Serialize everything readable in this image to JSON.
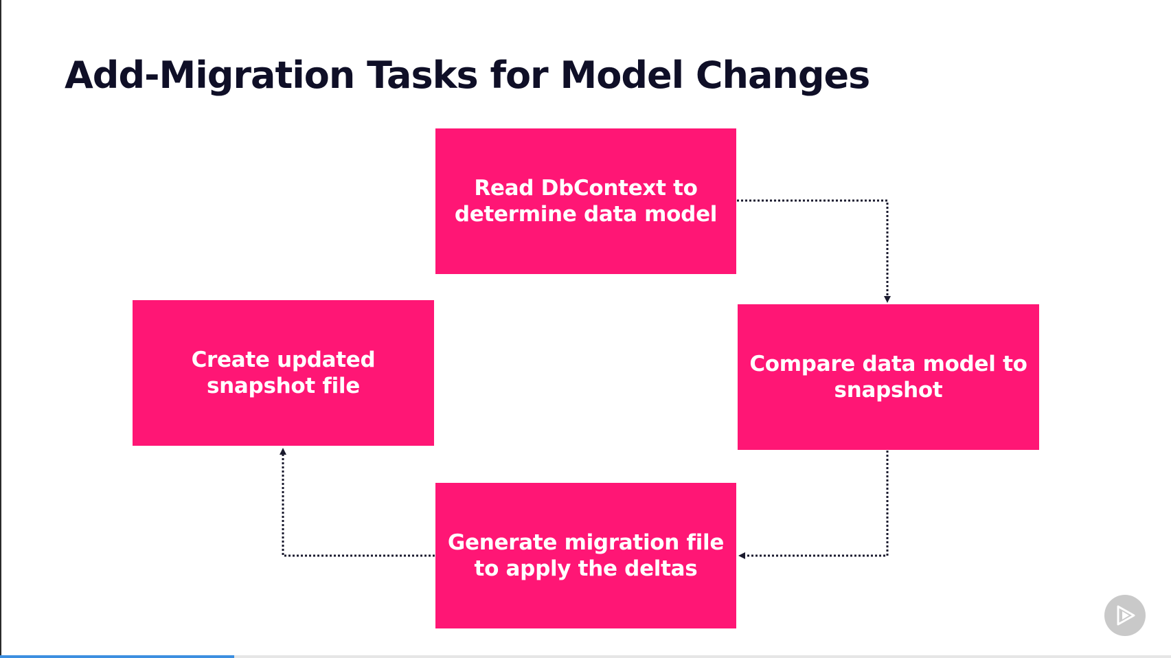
{
  "slide": {
    "title": "Add-Migration Tasks for Model Changes"
  },
  "diagram": {
    "steps": [
      {
        "id": "read",
        "label": "Read DbContext to\ndetermine data model"
      },
      {
        "id": "compare",
        "label": "Compare data model to\nsnapshot"
      },
      {
        "id": "generate",
        "label": "Generate migration file\nto apply the deltas"
      },
      {
        "id": "create",
        "label": "Create updated\nsnapshot file"
      }
    ],
    "box_color": "#ff1675",
    "connector_color": "#1a1a2e"
  },
  "player": {
    "play_icon": "play-icon",
    "progress_fraction": 0.2
  }
}
